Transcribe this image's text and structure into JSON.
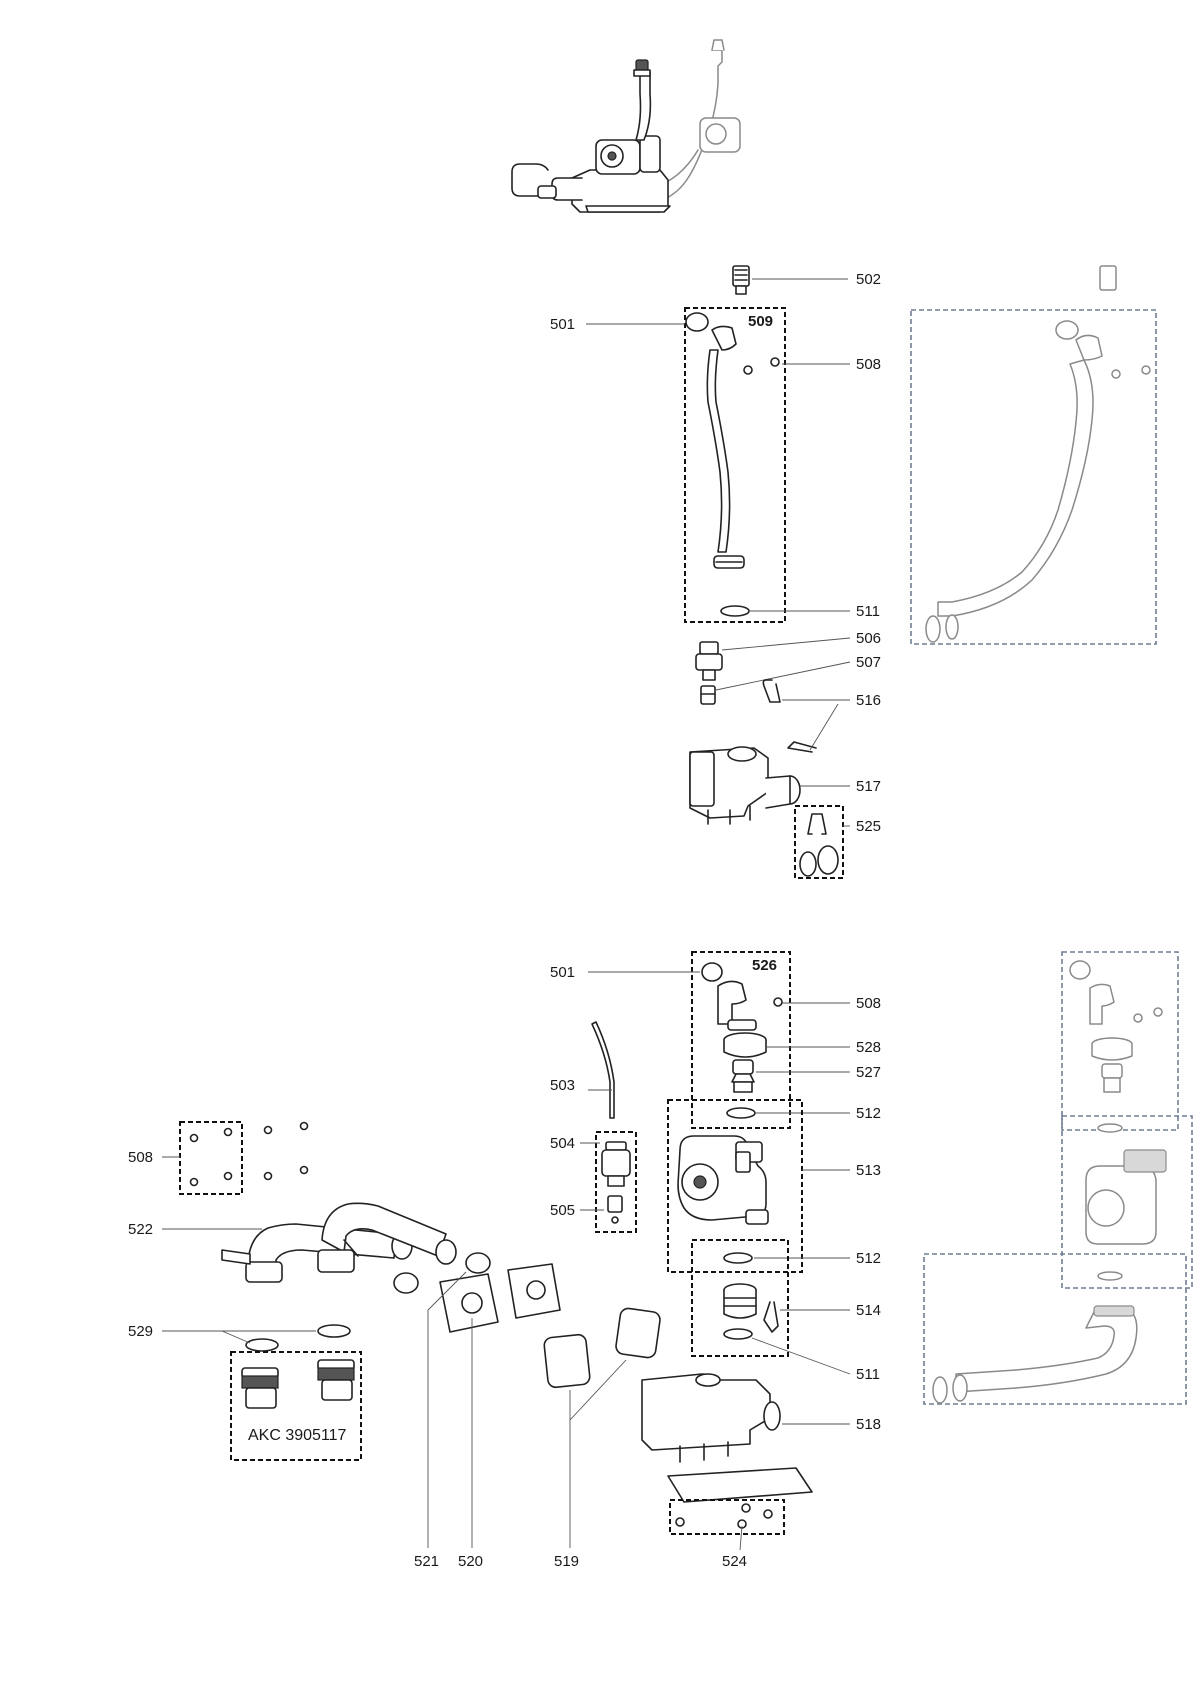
{
  "labels": {
    "l502": "502",
    "l501a": "501",
    "l509": "509",
    "l508a": "508",
    "l511a": "511",
    "l506": "506",
    "l507": "507",
    "l516": "516",
    "l517": "517",
    "l525": "525",
    "l501b": "501",
    "l526": "526",
    "l508b": "508",
    "l528": "528",
    "l527": "527",
    "l503": "503",
    "l512a": "512",
    "l504": "504",
    "l513": "513",
    "l505": "505",
    "l512b": "512",
    "l514": "514",
    "l511b": "511",
    "l518": "518",
    "l508c": "508",
    "l522": "522",
    "l529": "529",
    "akc": "AKC 3905117",
    "l521": "521",
    "l520": "520",
    "l519": "519",
    "l524": "524"
  },
  "colors": {
    "line": "#222222",
    "grey_box": "#6f7f95",
    "ghost_part": "#8a8a8a"
  }
}
